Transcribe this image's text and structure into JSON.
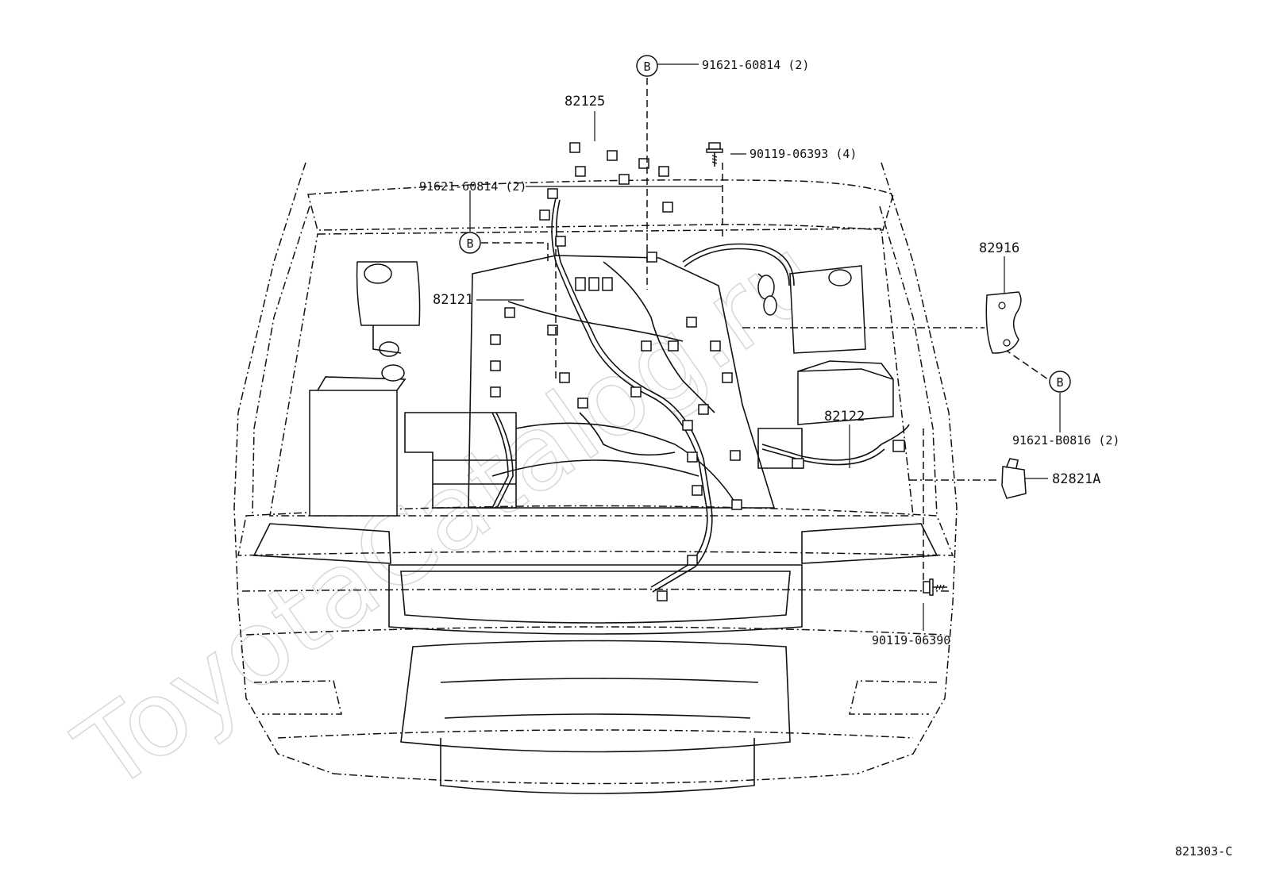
{
  "watermark": "ToyotaCatalog.ru",
  "ref_code": "821303-C",
  "callouts": [
    {
      "id": "b_top",
      "marker": "B",
      "text": "91621-60814 (2)"
    },
    {
      "id": "b_left",
      "marker": "B",
      "text": "91621-60814 (2)"
    },
    {
      "id": "b_right",
      "marker": "B",
      "text": "91621-B0816 (2)"
    },
    {
      "id": "bolt_top",
      "text": "90119-06393 (4)"
    },
    {
      "id": "bolt_bottom",
      "text": "90119-06390"
    }
  ],
  "parts": [
    {
      "id": "p82125",
      "text": "82125"
    },
    {
      "id": "p82121",
      "text": "82121"
    },
    {
      "id": "p82916",
      "text": "82916"
    },
    {
      "id": "p82122",
      "text": "82122"
    },
    {
      "id": "p82821A",
      "text": "82821A"
    }
  ]
}
